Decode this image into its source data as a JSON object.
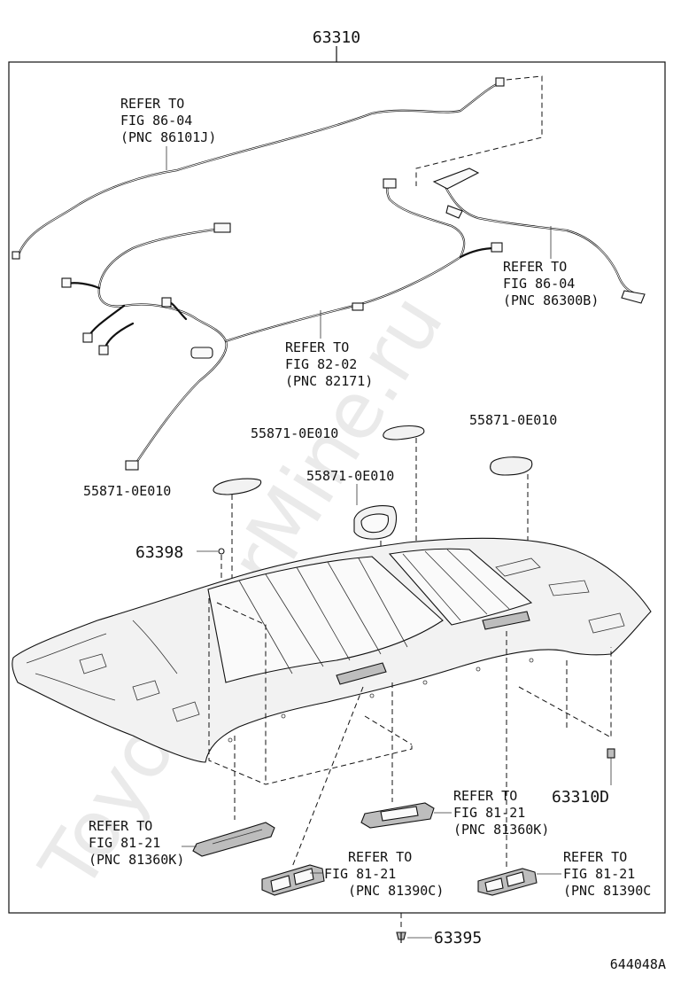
{
  "diagram": {
    "part_number_main": "63310",
    "page_code": "644048A",
    "watermark": "ToyotaCarMine.ru",
    "refs": {
      "wire_8601": [
        "REFER TO",
        "FIG 86-04",
        "(PNC 86101J)"
      ],
      "wire_8630": [
        "REFER TO",
        "FIG 86-04",
        "(PNC 86300B)"
      ],
      "wire_8217": [
        "REFER TO",
        "FIG 82-02",
        "(PNC 82171)"
      ],
      "lamp_left": [
        "REFER TO",
        "FIG 81-21",
        "(PNC 81360K)"
      ],
      "lamp_center": [
        "REFER TO",
        "FIG 81-21",
        "(PNC 81360K)"
      ],
      "lamp_front": [
        "REFER TO",
        "FIG 81-21",
        "(PNC 81390C)"
      ],
      "lamp_right": [
        "REFER TO",
        "FIG 81-21",
        "(PNC 81390C"
      ]
    },
    "parts": {
      "clip_top": "55871-0E010",
      "clip_right": "55871-0E010",
      "clip_left": "55871-0E010",
      "clip_mid": "55871-0E010",
      "p63398": "63398",
      "p63310D": "63310D",
      "p63395": "63395"
    }
  }
}
